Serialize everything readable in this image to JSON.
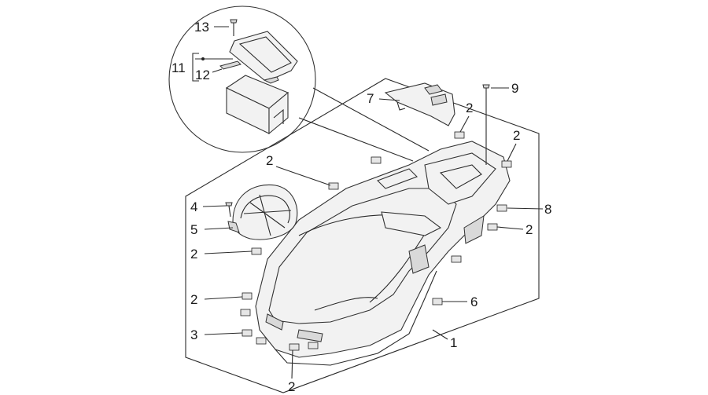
{
  "callouts": {
    "c1": "1",
    "c2": "2",
    "c3": "3",
    "c4": "4",
    "c5": "5",
    "c6": "6",
    "c7": "7",
    "c8": "8",
    "c9": "9",
    "c11": "11",
    "c12": "12",
    "c13": "13"
  }
}
